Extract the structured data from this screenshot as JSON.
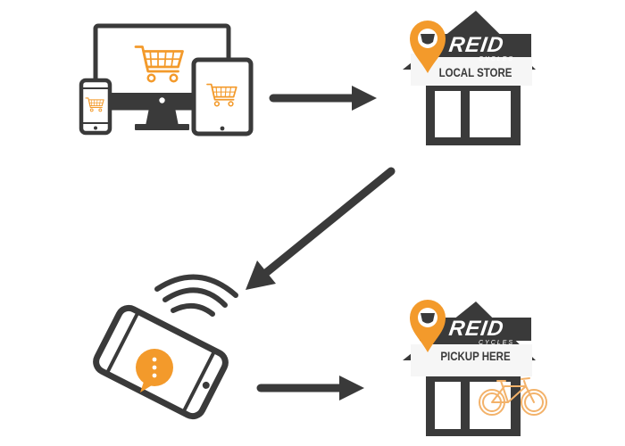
{
  "diagram": {
    "steps": [
      {
        "id": "shop-online",
        "icon": "devices-shopping-cart-icon"
      },
      {
        "id": "local-store",
        "brand": "REID",
        "brand_sub": "CYCLES",
        "label": "LOCAL STORE",
        "icon": "storefront-icon"
      },
      {
        "id": "phone-notification",
        "icon": "phone-notification-icon"
      },
      {
        "id": "pickup-store",
        "brand": "REID",
        "brand_sub": "CYCLES",
        "label": "PICKUP HERE",
        "icon": "storefront-bicycle-icon"
      }
    ],
    "arrows": [
      {
        "from": "shop-online",
        "to": "local-store"
      },
      {
        "from": "local-store",
        "to": "phone-notification"
      },
      {
        "from": "phone-notification",
        "to": "pickup-store"
      }
    ]
  },
  "colors": {
    "dark": "#3a3a3a",
    "accent": "#f39a2b",
    "store_panel": "#f6f6f6",
    "background": "#ffffff"
  }
}
